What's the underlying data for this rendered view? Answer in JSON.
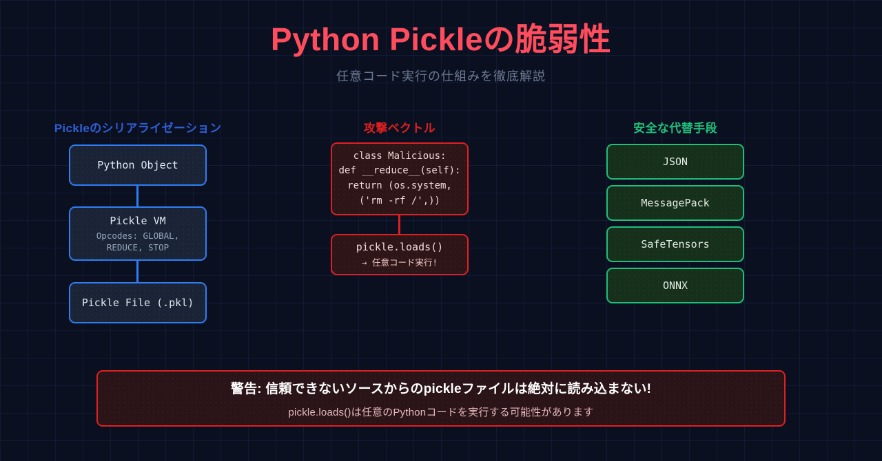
{
  "header": {
    "title": "Python Pickleの脆弱性",
    "subtitle": "任意コード実行の仕組みを徹底解説"
  },
  "colors": {
    "background": "#0b1021",
    "title_accent": "#ff4d5e",
    "blue_accent": "#2f7ef5",
    "blue_heading": "#2f5fd8",
    "red_accent": "#e02020",
    "green_accent": "#1ec07a",
    "subtitle_text": "#6b7a92"
  },
  "columns": {
    "serialization": {
      "heading": "Pickleのシリアライゼーション",
      "nodes": [
        {
          "main": "Python Object",
          "sub": ""
        },
        {
          "main": "Pickle VM",
          "sub": "Opcodes: GLOBAL,\nREDUCE, STOP"
        },
        {
          "main": "Pickle File (.pkl)",
          "sub": ""
        }
      ]
    },
    "attack": {
      "heading": "攻撃ベクトル",
      "code_lines": [
        "class Malicious:",
        "def __reduce__(self):",
        "return (os.system,",
        "('rm -rf /',))"
      ],
      "result_node": {
        "main": "pickle.loads()",
        "sub": "→ 任意コード実行!"
      }
    },
    "safe_alternatives": {
      "heading": "安全な代替手段",
      "items": [
        {
          "label": "JSON"
        },
        {
          "label": "MessagePack"
        },
        {
          "label": "SafeTensors"
        },
        {
          "label": "ONNX"
        }
      ]
    }
  },
  "warning": {
    "title": "警告: 信頼できないソースからのpickleファイルは絶対に読み込まない!",
    "subtitle": "pickle.loads()は任意のPythonコードを実行する可能性があります"
  }
}
